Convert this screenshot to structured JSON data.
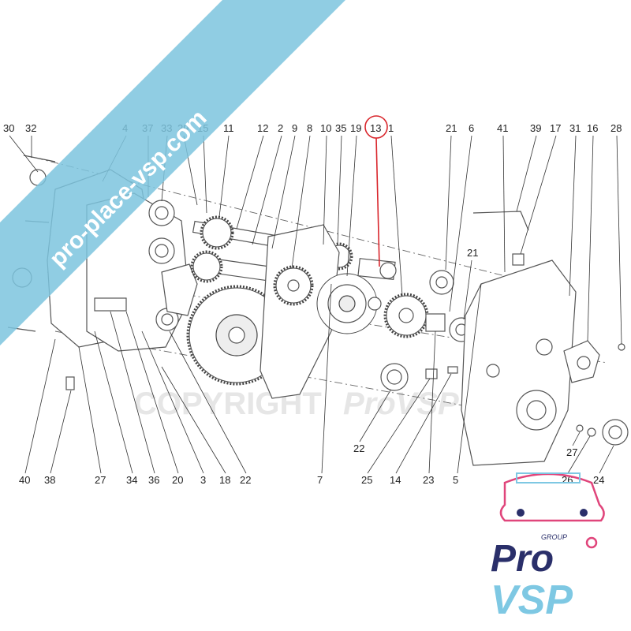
{
  "watermark": {
    "ribbon_text": "pro-place-vsp.com",
    "copyright_text": "COPYRIGHT",
    "copyright_brand": "ProVSP",
    "ribbon_color": "#7cc4de"
  },
  "logo": {
    "group_label": "GROUP",
    "line1": "Pro",
    "line2": "VSP",
    "primary_color": "#2a2f6a",
    "accent_color": "#e0457b",
    "light_color": "#7ec8e3"
  },
  "highlight": {
    "part_number": "13",
    "color": "#d9262c"
  },
  "top_labels": [
    "30",
    "32",
    "4",
    "37",
    "33",
    "29",
    "15",
    "11",
    "12",
    "2",
    "9",
    "8",
    "10",
    "35",
    "19",
    "13",
    "1",
    "21",
    "6",
    "41",
    "39",
    "17",
    "31",
    "16",
    "28"
  ],
  "bottom_labels": [
    "40",
    "38",
    "27",
    "34",
    "36",
    "20",
    "3",
    "18",
    "22",
    "7",
    "25",
    "14",
    "23",
    "5"
  ],
  "inner_labels": [
    "21",
    "22",
    "27",
    "26",
    "24"
  ]
}
